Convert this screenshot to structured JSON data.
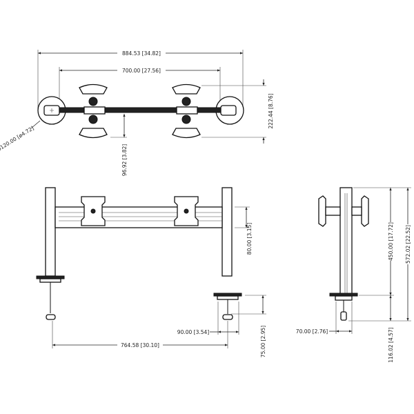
{
  "top_view": {
    "overall_width": "884.53 [34.82]",
    "mount_spacing": "700.00 [27.56]",
    "head_span": "222.44 [8.76]",
    "head_offset": "96.92 [3.82]",
    "clamp_diameter": "ø120.00 [ø4.72]"
  },
  "front_view": {
    "bar_height": "80.00 [3.15]",
    "post_spacing": "764.58 [30.10]",
    "clamp_width": "90.00 [3.54]",
    "clamp_depth": "75.00 [2.95]"
  },
  "side_view": {
    "clamp_width": "70.00 [2.76]",
    "clamp_height": "116.02 [4.57]",
    "mount_height": "450.00 [17.72]",
    "overall_height": "572.02 [22.52]"
  }
}
